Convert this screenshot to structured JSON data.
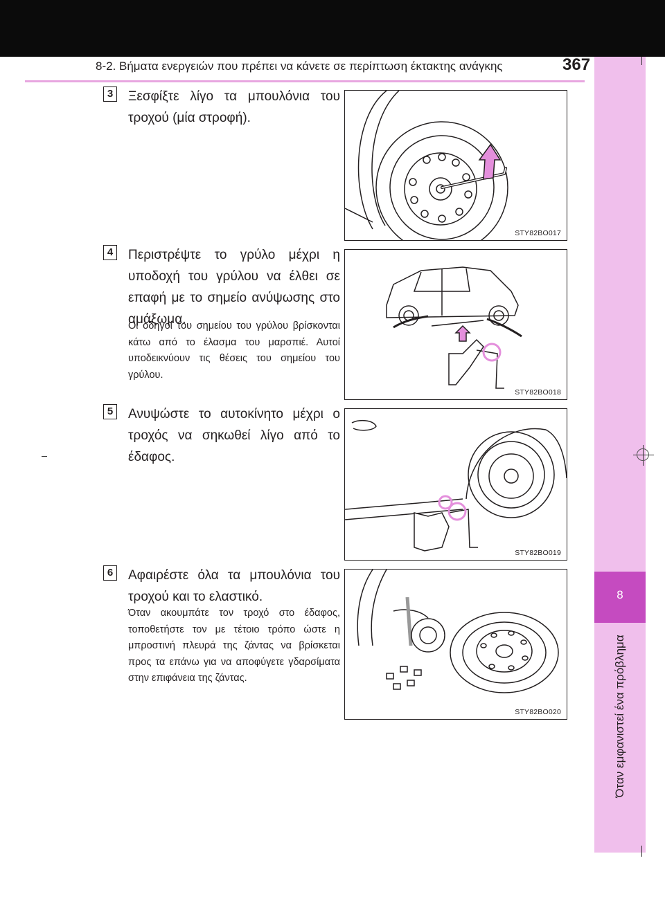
{
  "header": {
    "section": "8-2. Βήματα ενεργειών που πρέπει να κάνετε σε περίπτωση έκτακτης ανάγκης",
    "page_number": "367"
  },
  "side_tab": {
    "chapter_number": "8",
    "chapter_title": "Όταν εμφανιστεί ένα πρόβλημα"
  },
  "colors": {
    "accent": "#c54bc0",
    "accent_light": "#f0bfec",
    "rule": "#e8a6e0",
    "arrow": "#e48fdc"
  },
  "steps": [
    {
      "number": "3",
      "title": "Ξεσφίξτε λίγο τα μπουλόνια του τροχού (μία στροφή).",
      "note": "",
      "figure_code": "STY82BO017",
      "figure_icon": "loosen-wheel-nuts-illustration"
    },
    {
      "number": "4",
      "title": "Περιστρέψτε το γρύλο μέχρι η υποδοχή του γρύλου να έλθει σε επαφή με το σημείο ανύψωσης στο αμάξωμα.",
      "note": "Οι οδηγοί του σημείου του γρύλου βρίσκονται κάτω από το έλασμα του μαρσπιέ. Αυτοί υποδεικνύουν τις θέσεις του σημείου του γρύλου.",
      "figure_code": "STY82BO018",
      "figure_icon": "jack-point-illustration"
    },
    {
      "number": "5",
      "title": "Ανυψώστε το αυτοκίνητο μέχρι ο τροχός να σηκωθεί λίγο από το έδαφος.",
      "note": "",
      "figure_code": "STY82BO019",
      "figure_icon": "raise-vehicle-illustration"
    },
    {
      "number": "6",
      "title": "Αφαιρέστε όλα τα μπουλόνια του τροχού και το ελαστικό.",
      "note": "Όταν ακουμπάτε τον τροχό στο έδαφος, τοποθετήστε τον με τέτοιο τρόπο ώστε η μπροστινή πλευρά της ζάντας να βρίσκεται προς τα επάνω για να αποφύγετε γδαρσίματα στην επιφάνεια της ζάντας.",
      "figure_code": "STY82BO020",
      "figure_icon": "remove-wheel-illustration"
    }
  ]
}
